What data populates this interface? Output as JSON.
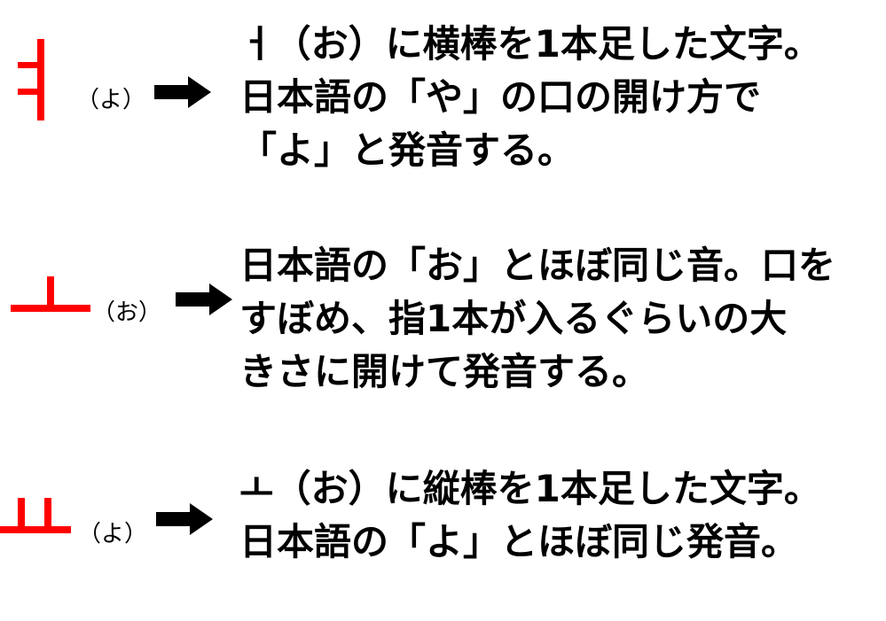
{
  "colors": {
    "jamo": "#ff0000",
    "text": "#000000",
    "background": "#ffffff"
  },
  "rows": [
    {
      "jamo_icon": "yeo-jamo-glyph",
      "reading": "（よ）",
      "arrow_icon": "right-arrow-icon",
      "lines": [
        "ㅓ（お）に横棒を1本足した文字。",
        "日本語の「や」の口の開け方で",
        "「よ」と発音する。"
      ]
    },
    {
      "jamo_icon": "o-jamo-glyph",
      "reading": "（お）",
      "arrow_icon": "right-arrow-icon",
      "lines": [
        "日本語の「お」とほぼ同じ音。口を",
        "すぼめ、指1本が入るぐらいの大",
        "きさに開けて発音する。"
      ]
    },
    {
      "jamo_icon": "yo-jamo-glyph",
      "reading": "（よ）",
      "arrow_icon": "right-arrow-icon",
      "lines": [
        "ㅗ（お）に縦棒を1本足した文字。",
        "日本語の「よ」とほぼ同じ発音。"
      ]
    }
  ]
}
